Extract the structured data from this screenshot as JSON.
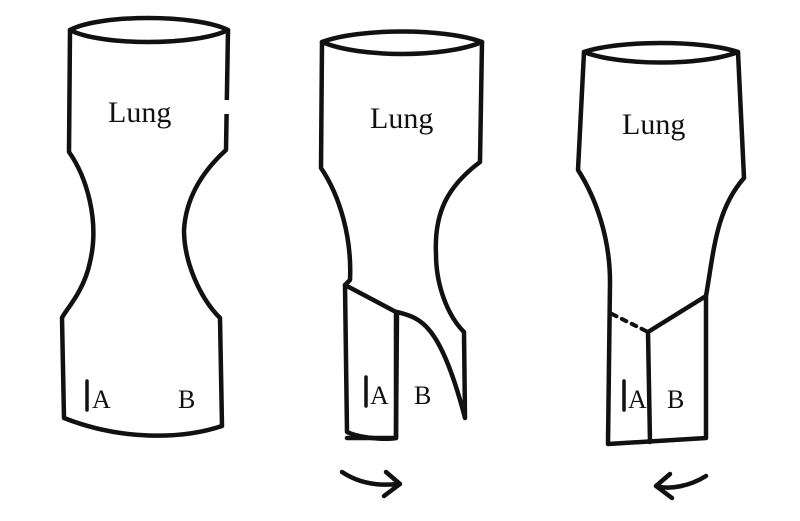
{
  "figures": [
    {
      "top_label": "Lung",
      "label_a": "A",
      "label_b": "B",
      "arrow": "none"
    },
    {
      "top_label": "Lung",
      "label_a": "A",
      "label_b": "B",
      "arrow": "right"
    },
    {
      "top_label": "Lung",
      "label_a": "A",
      "label_b": "B",
      "arrow": "left"
    }
  ],
  "colors": {
    "ink": "#111111",
    "background": "#ffffff"
  }
}
